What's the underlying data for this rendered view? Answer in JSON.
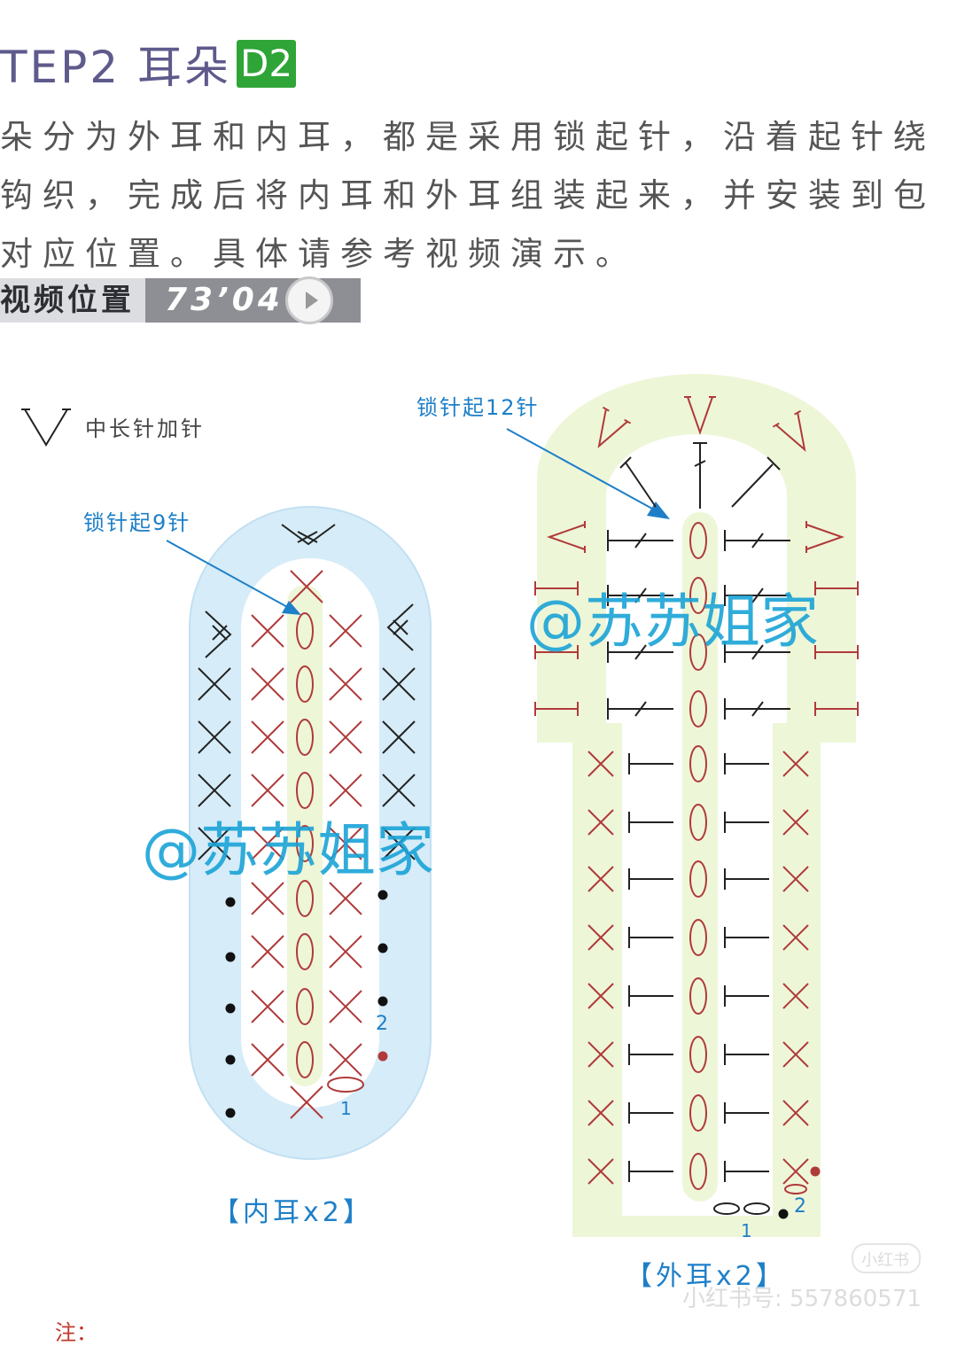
{
  "header": {
    "title": "TEP2 耳朵",
    "badge": "D2",
    "desc_line1": "朵分为外耳和内耳，都是采用锁起针，沿着起针绕",
    "desc_line2": "钩织，完成后将内耳和外耳组装起来，并安装到包",
    "desc_line3": "对应位置。具体请参考视频演示。",
    "video_label": "视频位置",
    "video_time": "73’04”"
  },
  "legend": {
    "symbol": "V",
    "text": "中长针加针"
  },
  "inner_ear": {
    "chain_label": "锁针起9针",
    "caption": "【内耳x2】",
    "round1": "1",
    "round2": "2",
    "fill_color": "#d6ecf8"
  },
  "outer_ear": {
    "chain_label": "锁针起12针",
    "caption": "【外耳x2】",
    "round1": "1",
    "round2": "2",
    "fill_color": "#eef6d8"
  },
  "watermark": {
    "text": "@苏苏姐家",
    "color": "#1aa3d6"
  },
  "footer": {
    "note": "注：",
    "platform": "小红书",
    "account": "小红书号: 557860571"
  }
}
